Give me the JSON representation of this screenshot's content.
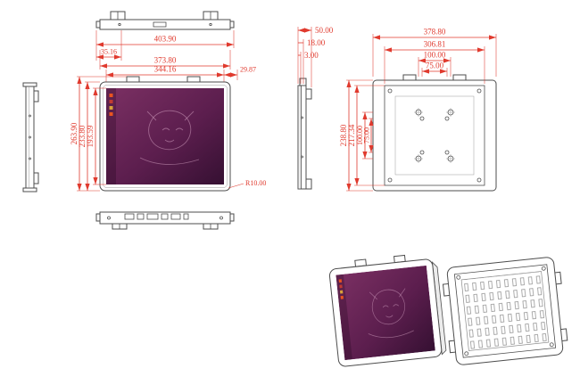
{
  "colors": {
    "dimension": "#e03a2e",
    "outline": "#4d4d4d",
    "screen_gradient_start": "#7b3063",
    "screen_gradient_mid": "#5c1e4e",
    "screen_gradient_end": "#351032",
    "accent_orange": "#e95420",
    "background": "#ffffff"
  },
  "dimensions": {
    "front": {
      "overall_width": "403.90",
      "bracket_offset": "35.16",
      "panel_width": "373.80",
      "active_width": "344.16",
      "edge_inset": "29.87",
      "overall_height": "263.90",
      "panel_height": "233.80",
      "active_height": "193.59",
      "corner_radius": "R10.00"
    },
    "side": {
      "depth_overall": "50.00",
      "depth_body": "18.00",
      "front_lip": "3.00"
    },
    "rear": {
      "overall_width": "378.80",
      "inner_width": "306.81",
      "mount_width_100": "100.00",
      "mount_width_75": "75.00",
      "overall_height": "238.80",
      "inner_height": "217.34",
      "mount_height_100": "100.00",
      "mount_height_75": "75.00"
    }
  }
}
